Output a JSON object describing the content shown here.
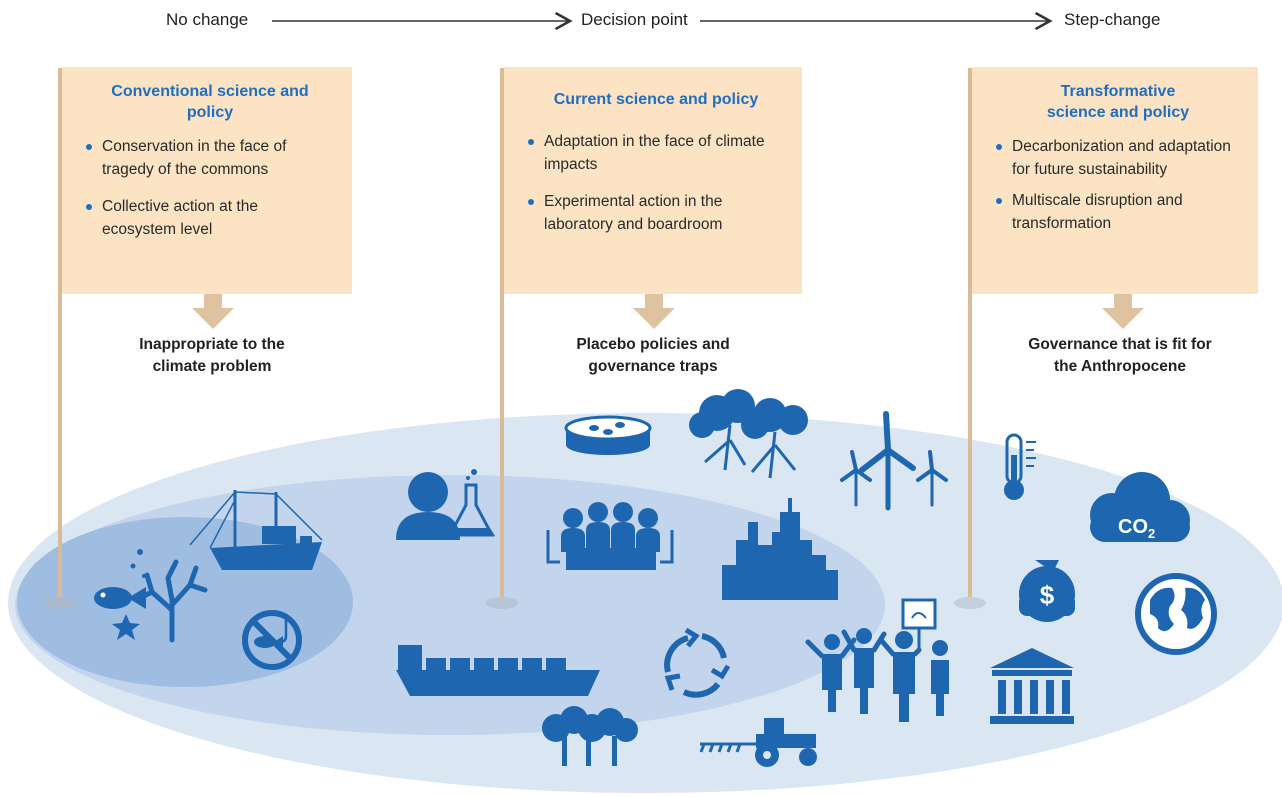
{
  "stages": {
    "no_change": "No change",
    "decision_point": "Decision point",
    "step_change": "Step-change"
  },
  "panels": [
    {
      "title": "Conventional science and policy",
      "bullets": [
        "Conservation in the face of tragedy of the commons",
        "Collective action at the ecosystem level"
      ],
      "outcome": "Inappropriate to the climate problem"
    },
    {
      "title": "Current science and policy",
      "bullets": [
        "Adaptation in the face of climate impacts",
        "Experimental action in the laboratory and boardroom"
      ],
      "outcome": "Placebo policies and governance traps"
    },
    {
      "title": "Transformative science and policy",
      "bullets": [
        "Decarbonization and adaptation for future sustainability",
        "Multiscale disruption and transformation"
      ],
      "outcome": "Governance that is fit for the Anthropocene"
    }
  ],
  "icons": {
    "co2_label": "CO",
    "co2_subscript": "2",
    "dollar_label": "$"
  },
  "colors": {
    "panel_fill": "#fbe3c4",
    "pole": "#d9bb98",
    "title_blue": "#1f6ec0",
    "icon_blue": "#1f66b0",
    "ellipse_outer": "#dbe6f3",
    "ellipse_mid": "#c3d5ec",
    "ellipse_inner": "#9fbde0"
  }
}
